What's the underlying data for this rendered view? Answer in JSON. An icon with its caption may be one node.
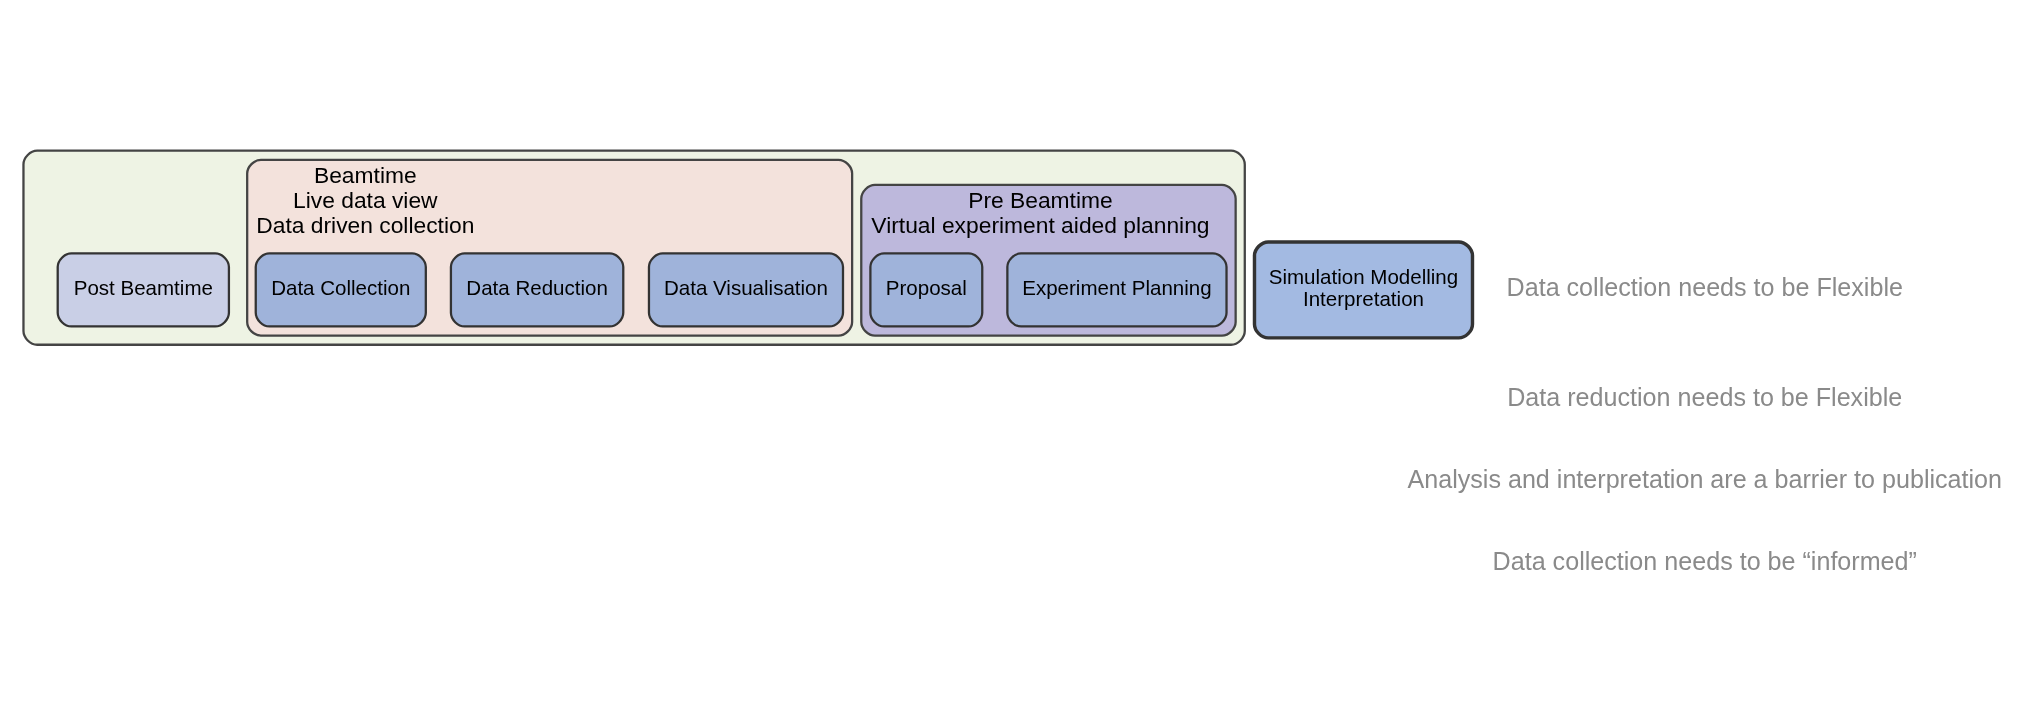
{
  "diagram": {
    "nodes": [
      {
        "text": [],
        "shape": "box"
      },
      {
        "text": [
          "Pre Beamtime",
          "Virtual experiment aided planning"
        ],
        "in": 0
      },
      {
        "text": [
          "Proposal"
        ],
        "in": 1
      },
      {
        "text": [
          "Experiment Planning"
        ],
        "in": 1
      },
      {
        "text": [
          "Beamtime",
          "Live data view",
          "Data driven collection"
        ],
        "in": 0
      },
      {
        "text": [
          "Data Collection"
        ],
        "in": 4
      },
      {
        "text": [
          "Data Reduction"
        ],
        "in": 4
      },
      {
        "text": [
          "Data Visualisation"
        ],
        "in": 4
      },
      {
        "text": [
          "Post Beamtime"
        ],
        "in": 0
      },
      {
        "text": [
          "Simulation Modelling",
          "Interpretation"
        ]
      }
    ],
    "edges": [],
    "labels": [
      "Data collection needs to be Flexible",
      "Data reduction needs to be Flexible",
      "Analysis and interpretation are a barrier to publication",
      "Data collection needs to be “informed”"
    ]
  }
}
